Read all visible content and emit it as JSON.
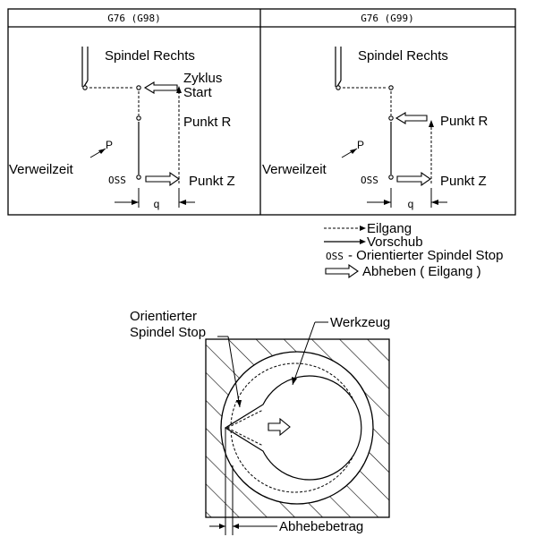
{
  "panels": [
    {
      "header": "G76 (G98)",
      "spindle_label": "Spindel Rechts",
      "start_label_1": "Zyklus",
      "start_label_2": "Start",
      "point_r_label": "Punkt R",
      "point_z_label": "Punkt Z",
      "dwell_label": "Verweilzeit",
      "p_label": "P",
      "oss_label": "OSS",
      "q_label": "q"
    },
    {
      "header": "G76 (G99)",
      "spindle_label": "Spindel Rechts",
      "point_r_label": "Punkt R",
      "point_z_label": "Punkt Z",
      "dwell_label": "Verweilzeit",
      "p_label": "P",
      "oss_label": "OSS",
      "q_label": "q"
    }
  ],
  "legend": {
    "rapid": "Eilgang",
    "feed": "Vorschub",
    "oss_symbol": "OSS",
    "oss_text": "- Orientierter Spindel Stop",
    "retract": "Abheben ( Eilgang )"
  },
  "bottom": {
    "oss_line1": "Orientierter",
    "oss_line2": "Spindel Stop",
    "tool_label": "Werkzeug",
    "shift_label": "Abhebebetrag"
  }
}
